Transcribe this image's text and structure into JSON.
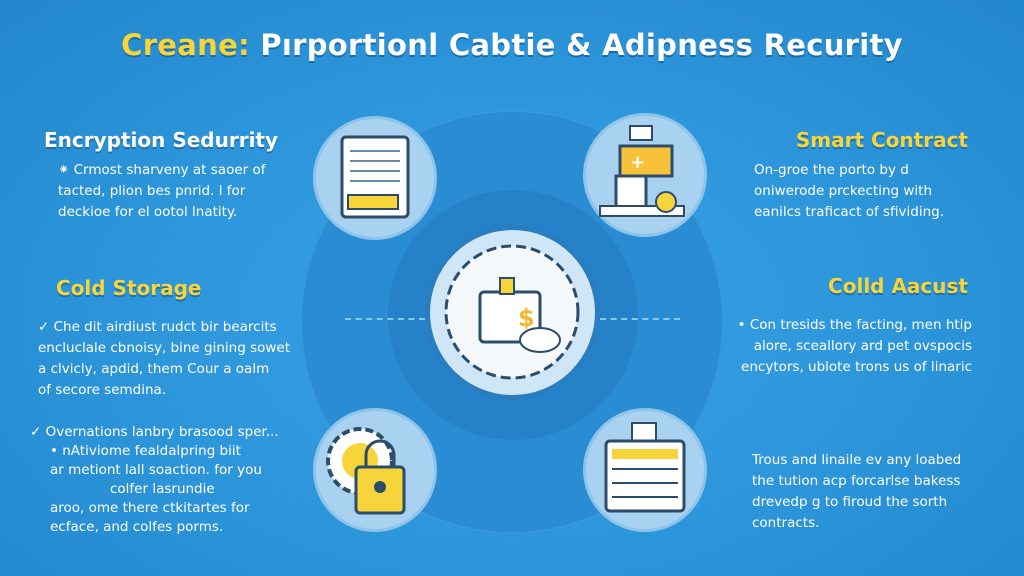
{
  "title": {
    "accent": "Creane:",
    "rest": " Pırportionl Cabtie & Adipness Recurity"
  },
  "sections": {
    "encryption": {
      "heading": "Encryption Sedurrity",
      "lines": [
        "⁕ Crmost sharveny at saoer of",
        "tacted, plion bes pnrid. l for",
        "deckioe for el ootol lnatity."
      ]
    },
    "cold_storage": {
      "heading": "Cold Storage",
      "lines": [
        "✓ Che dit airdiust rudct bir bearcits",
        "encluclale cbnoisy, bine gining sowet",
        "a clvicly, apdid, them Cour a oalm",
        "of secore semdina."
      ]
    },
    "cold_storage_2": {
      "lines": [
        "✓ Overnations lanbry brasood sper...",
        "• nAtiviome fealdalpring biit",
        "ar metiont lall soaction. for you",
        "colfer lasrundie",
        "aroo, ome there ctkitartes for",
        "ecface, and colfes porms."
      ]
    },
    "smart_contract": {
      "heading": "Smart Contract",
      "lines": [
        "On-groe the porto by d",
        "oniwerode prckecting with",
        "eanilcs traficact of sfividing."
      ]
    },
    "cold_account": {
      "heading": "Colld Aacust",
      "lines": [
        "• Con tresids the facting, men htip",
        "alore, sceallory ard pet ovspocis",
        "encytors, ublote trons us of linaric"
      ]
    },
    "contracts": {
      "lines": [
        "Trous and linaile ev any loabed",
        "the tution acp forcarlse bakess",
        "drevedp g to firoud the sorth",
        "contracts."
      ]
    }
  },
  "icons": {
    "center": "wallet-dollar-cloud-icon",
    "top_left": "encrypted-document-icon",
    "top_right": "smart-contract-device-icon",
    "bottom_left": "gear-lock-icon",
    "bottom_right": "server-storage-icon"
  },
  "colors": {
    "background": "#2e97dc",
    "accent": "#f7d43a"
  }
}
